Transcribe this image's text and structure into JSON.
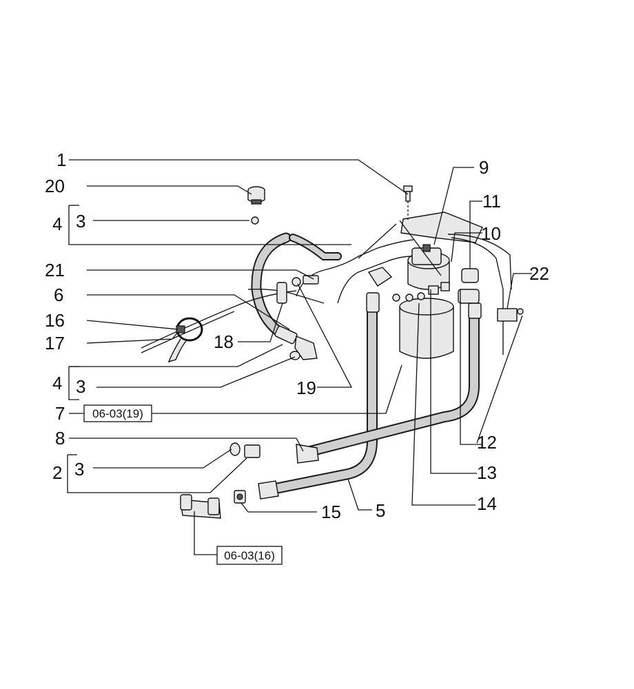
{
  "callouts": {
    "c1": "1",
    "c2": "2",
    "c3a": "3",
    "c3b": "3",
    "c3c": "3",
    "c4a": "4",
    "c4b": "4",
    "c5": "5",
    "c6": "6",
    "c7": "7",
    "c8": "8",
    "c9": "9",
    "c10": "10",
    "c11": "11",
    "c12": "12",
    "c13": "13",
    "c14": "14",
    "c15": "15",
    "c16": "16",
    "c17": "17",
    "c18": "18",
    "c19": "19",
    "c20": "20",
    "c21": "21",
    "c22": "22"
  },
  "references": {
    "ref_top": "06-03(19)",
    "ref_bottom": "06-03(16)"
  },
  "colors": {
    "line": "#111111",
    "hose_fill": "#cfcfcf",
    "part_fill": "#e8e8e8"
  }
}
